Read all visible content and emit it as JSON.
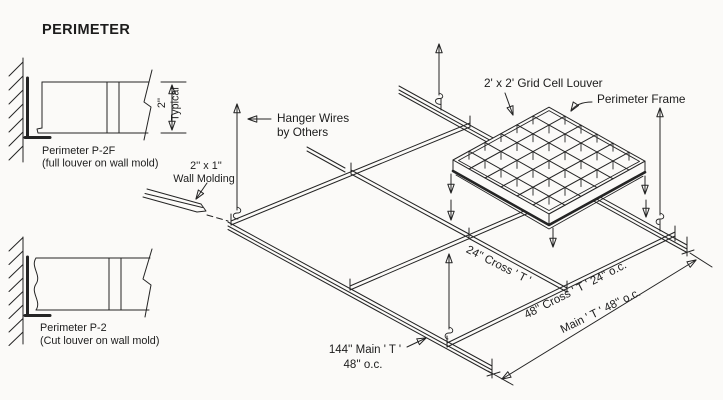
{
  "colors": {
    "ink": "#242424",
    "background": "#fbfaf8"
  },
  "title": "PERIMETER",
  "details": {
    "p2f": {
      "name": "Perimeter P-2F",
      "desc": "(full louver on wall mold)"
    },
    "p2": {
      "name": "Perimeter P-2",
      "desc": "(Cut louver on wall mold)"
    },
    "dim": {
      "value": "2''",
      "note": "Typical"
    }
  },
  "callouts": {
    "wall_molding": {
      "line1": "2'' x 1''",
      "line2": "Wall Molding"
    },
    "hanger_wires": {
      "line1": "Hanger Wires",
      "line2": "by Others"
    },
    "grid_cell_louver": "2' x 2' Grid Cell Louver",
    "perimeter_frame": "Perimeter Frame",
    "cross_t_24": "24'' Cross ' T '",
    "cross_t_48": "48'' Cross ' T ' 24'' o.c.",
    "main_t": "Main ' T ' 48'' o.c.",
    "main_t_144": {
      "line1": "144'' Main ' T '",
      "line2": "48'' o.c."
    }
  }
}
